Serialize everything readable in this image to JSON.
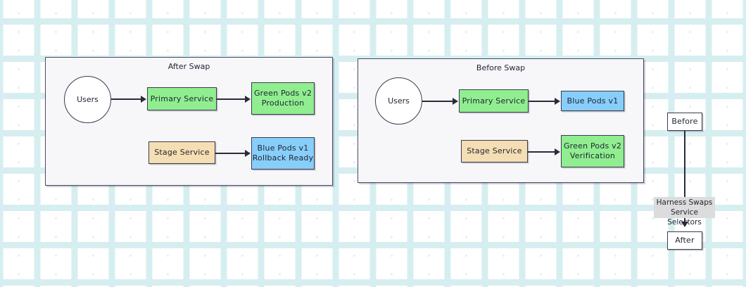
{
  "diagram": {
    "type": "flowchart",
    "clusters": [
      {
        "id": "after-swap",
        "title": "After Swap",
        "nodes": [
          {
            "id": "users-after",
            "label": "Users",
            "shape": "circle",
            "color": "white"
          },
          {
            "id": "primary-after",
            "label": "Primary Service",
            "shape": "rect",
            "color": "green"
          },
          {
            "id": "green-pods-after",
            "label": "Green Pods v2\nProduction",
            "shape": "rect",
            "color": "green"
          },
          {
            "id": "stage-after",
            "label": "Stage Service",
            "shape": "rect",
            "color": "tan"
          },
          {
            "id": "blue-pods-after",
            "label": "Blue Pods v1\nRollback Ready",
            "shape": "rect",
            "color": "blue"
          }
        ],
        "edges": [
          {
            "from": "users-after",
            "to": "primary-after"
          },
          {
            "from": "primary-after",
            "to": "green-pods-after"
          },
          {
            "from": "stage-after",
            "to": "blue-pods-after"
          }
        ]
      },
      {
        "id": "before-swap",
        "title": "Before Swap",
        "nodes": [
          {
            "id": "users-before",
            "label": "Users",
            "shape": "circle",
            "color": "white"
          },
          {
            "id": "primary-before",
            "label": "Primary Service",
            "shape": "rect",
            "color": "green"
          },
          {
            "id": "blue-pods-before",
            "label": "Blue Pods v1",
            "shape": "rect",
            "color": "blue"
          },
          {
            "id": "stage-before",
            "label": "Stage Service",
            "shape": "rect",
            "color": "tan"
          },
          {
            "id": "green-pods-before",
            "label": "Green Pods v2\nVerification",
            "shape": "rect",
            "color": "green"
          }
        ],
        "edges": [
          {
            "from": "users-before",
            "to": "primary-before"
          },
          {
            "from": "primary-before",
            "to": "blue-pods-before"
          },
          {
            "from": "stage-before",
            "to": "green-pods-before"
          }
        ]
      }
    ],
    "timeline": {
      "start_node": "Before",
      "end_node": "After",
      "edge_label": "Harness Swaps\nService Selectors"
    },
    "colors": {
      "green_fill": "#90ee90",
      "blue_fill": "#87cefa",
      "tan_fill": "#f5deb3",
      "white_fill": "#ffffff",
      "node_border": "#3b3b4f",
      "cluster_fill": "#f7f7fa",
      "cluster_border": "#4a4a63",
      "edge_stroke": "#2b2b3a",
      "label_bg": "#dcdcdc",
      "grid_dot": "#e3f1f3",
      "grid_plus": "#d6eef0"
    }
  }
}
